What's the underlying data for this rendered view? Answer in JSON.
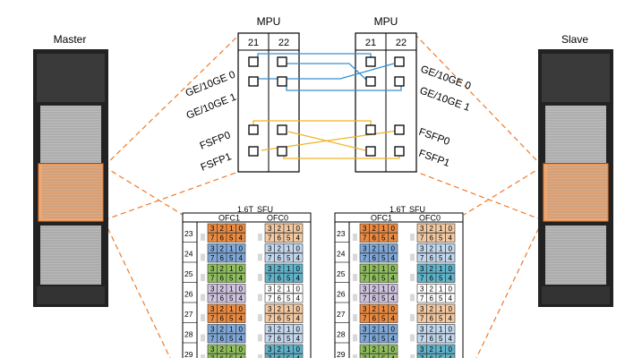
{
  "labels": {
    "master": "Master",
    "slave": "Slave",
    "mpu_left": "MPU",
    "mpu_right": "MPU",
    "slot_21": "21",
    "slot_22": "22",
    "ge0": "GE/10GE 0",
    "ge1": "GE/10GE 1",
    "fsfp0": "FSFP0",
    "fsfp1": "FSFP1",
    "cap": "1.6T",
    "sfu": "SFU",
    "ofc1": "OFC1",
    "ofc0": "OFC0"
  },
  "colors": {
    "dash_orange": "#f07a28",
    "link_blue": "#3a8fd0",
    "link_yellow": "#f0b428",
    "rack_dark": "#222222",
    "highlight": "#e8a878"
  },
  "port_table": {
    "rows": [
      {
        "num": "23",
        "ofc1_color": "#ec8a40",
        "ofc0_color": "#f3c9a2"
      },
      {
        "num": "24",
        "ofc1_color": "#7fa8d8",
        "ofc0_color": "#c3d8ee"
      },
      {
        "num": "25",
        "ofc1_color": "#8fbe5e",
        "ofc0_color": "#5fb4cc"
      },
      {
        "num": "26",
        "ofc1_color": "#cfc3df",
        "ofc0_color": "#ffffff"
      },
      {
        "num": "27",
        "ofc1_color": "#ec8a40",
        "ofc0_color": "#f3c9a2"
      },
      {
        "num": "28",
        "ofc1_color": "#7fa8d8",
        "ofc0_color": "#c3d8ee"
      },
      {
        "num": "29",
        "ofc1_color": "#8fbe5e",
        "ofc0_color": "#5fb4cc"
      }
    ],
    "top_digits": [
      "3",
      "2",
      "1",
      "0"
    ],
    "bottom_digits": [
      "7",
      "6",
      "5",
      "4"
    ]
  }
}
